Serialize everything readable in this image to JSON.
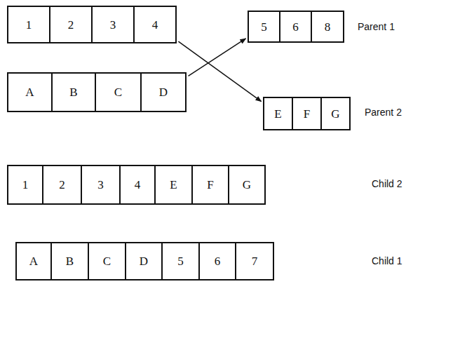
{
  "diagram": {
    "nodes": [
      {
        "text": [
          "1"
        ]
      },
      {
        "text": [
          "2"
        ]
      },
      {
        "text": [
          "3"
        ]
      },
      {
        "text": [
          "4"
        ]
      },
      {
        "text": [
          "5"
        ]
      },
      {
        "text": [
          "6"
        ]
      },
      {
        "text": [
          "8"
        ]
      },
      {
        "text": [
          "A"
        ]
      },
      {
        "text": [
          "B"
        ]
      },
      {
        "text": [
          "C"
        ]
      },
      {
        "text": [
          "D"
        ]
      },
      {
        "text": [
          "E"
        ]
      },
      {
        "text": [
          "F"
        ]
      },
      {
        "text": [
          "G"
        ]
      },
      {
        "text": [
          "1"
        ]
      },
      {
        "text": [
          "2"
        ]
      },
      {
        "text": [
          "3"
        ]
      },
      {
        "text": [
          "4"
        ]
      },
      {
        "text": [
          "E"
        ]
      },
      {
        "text": [
          "F"
        ]
      },
      {
        "text": [
          "G"
        ]
      },
      {
        "text": [
          "A"
        ]
      },
      {
        "text": [
          "B"
        ]
      },
      {
        "text": [
          "C"
        ]
      },
      {
        "text": [
          "D"
        ]
      },
      {
        "text": [
          "5"
        ]
      },
      {
        "text": [
          "6"
        ]
      },
      {
        "text": [
          "7"
        ]
      }
    ],
    "edges": [
      {
        "from": 3,
        "to": 11,
        "arrow": "to"
      },
      {
        "from": 10,
        "to": 4,
        "arrow": "to"
      }
    ],
    "labels": [
      "Parent 1",
      "Parent 2",
      "Child 2",
      "Child 1"
    ]
  }
}
